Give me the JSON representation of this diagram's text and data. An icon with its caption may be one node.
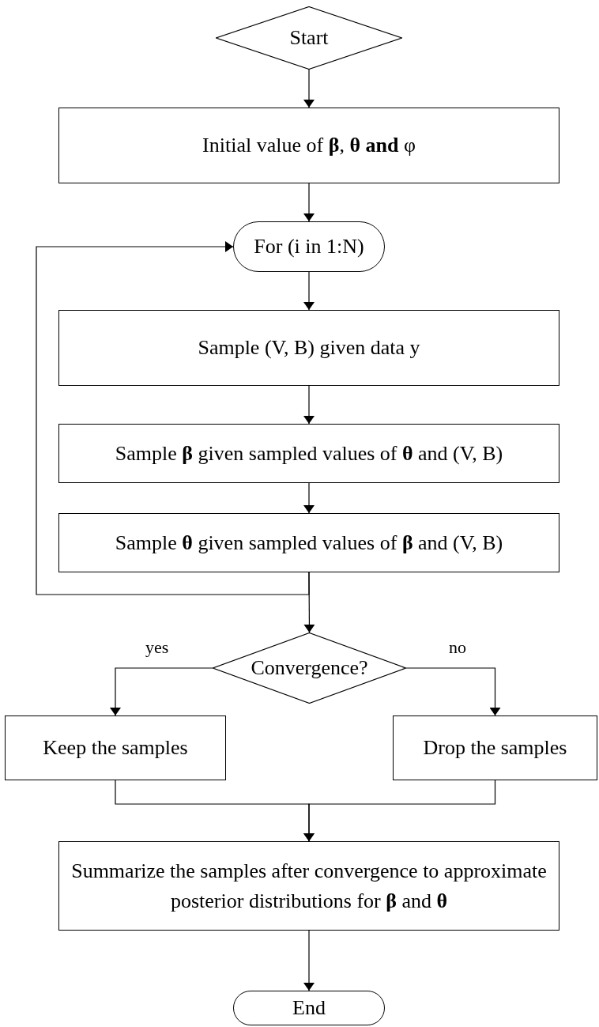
{
  "diagram": {
    "nodes": [
      {
        "text": [
          "Start"
        ]
      },
      {
        "text": [
          "Initial value of **β**, **θ and** φ"
        ]
      },
      {
        "text": [
          "For (i in 1:N)"
        ]
      },
      {
        "text": [
          "Sample (V, B) given data y"
        ]
      },
      {
        "text": [
          "Sample **β** given sampled values of **θ** and (V, B)"
        ]
      },
      {
        "text": [
          "Sample **θ** given sampled values of **β** and (V, B)"
        ]
      },
      {
        "text": [
          "Convergence?"
        ]
      },
      {
        "text": [
          "Keep the samples"
        ]
      },
      {
        "text": [
          "Drop the samples"
        ]
      },
      {
        "text": [
          "Summarize the samples after convergence to approximate posterior distributions for **β** and **θ**"
        ]
      },
      {
        "text": [
          "End"
        ]
      }
    ],
    "edges": [
      {
        "from": 0,
        "to": 1,
        "arrow": "to"
      },
      {
        "from": 1,
        "to": 2,
        "arrow": "to"
      },
      {
        "from": 2,
        "to": 3,
        "arrow": "to"
      },
      {
        "from": 3,
        "to": 4,
        "arrow": "to"
      },
      {
        "from": 4,
        "to": 5,
        "arrow": "to"
      },
      {
        "from": 5,
        "to": 2,
        "arrow": "to"
      },
      {
        "from": 5,
        "to": 6,
        "arrow": "to"
      },
      {
        "from": 6,
        "to": 7,
        "label": "yes",
        "arrow": "to"
      },
      {
        "from": 6,
        "to": 8,
        "label": "no",
        "arrow": "to"
      },
      {
        "from": 7,
        "to": 9,
        "arrow": "to"
      },
      {
        "from": 8,
        "to": 9,
        "arrow": "to"
      },
      {
        "from": 9,
        "to": 10,
        "arrow": "to"
      }
    ]
  }
}
